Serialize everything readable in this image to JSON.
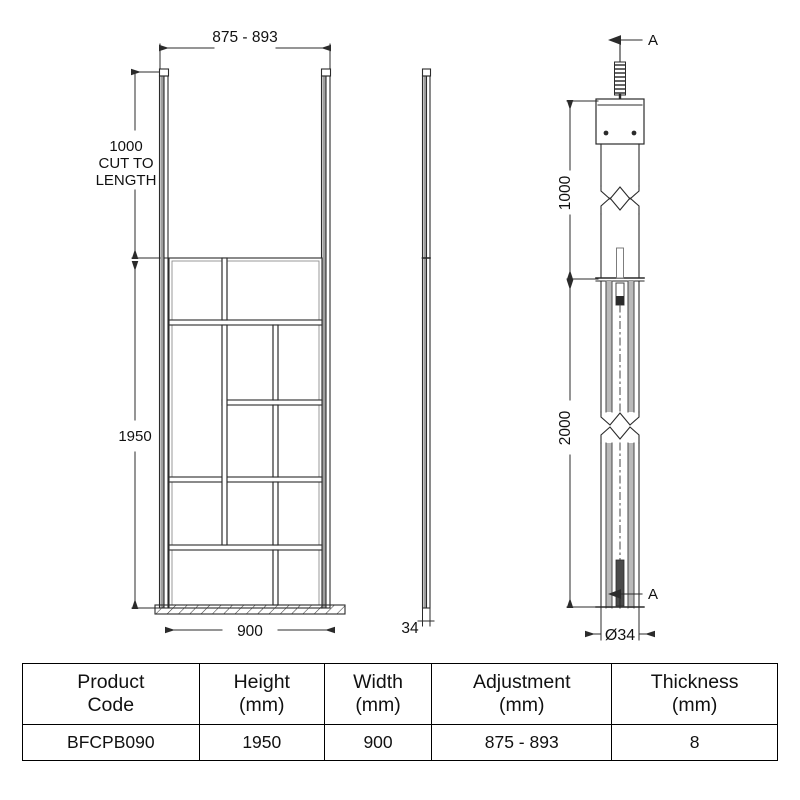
{
  "drawing": {
    "title": "Wet room shower screen technical drawing",
    "line_color": "#2b2b2b",
    "accent_color": "#555555",
    "front_view": {
      "name": "front-elevation",
      "dimensions": {
        "top_width": "875 - 893",
        "post_height_line1": "1000",
        "post_height_line2": "CUT TO",
        "post_height_line3": "LENGTH",
        "panel_height": "1950",
        "panel_width": "900"
      }
    },
    "side_view": {
      "name": "side-elevation",
      "dimensions": {
        "thickness": "34"
      }
    },
    "detail_view": {
      "name": "post-section-detail",
      "section_label_top": "A",
      "section_label_bottom": "A",
      "dimensions": {
        "upper_length": "1000",
        "lower_length": "2000",
        "diameter": "Ø34"
      }
    }
  },
  "spec_table": {
    "name": "product-specification-table",
    "headers": [
      {
        "title": "Product",
        "unit": "Code"
      },
      {
        "title": "Height",
        "unit": "(mm)"
      },
      {
        "title": "Width",
        "unit": "(mm)"
      },
      {
        "title": "Adjustment",
        "unit": "(mm)"
      },
      {
        "title": "Thickness",
        "unit": "(mm)"
      }
    ],
    "rows": [
      {
        "product_code": "BFCPB090",
        "height": "1950",
        "width": "900",
        "adjustment": "875 - 893",
        "thickness": "8"
      }
    ]
  }
}
